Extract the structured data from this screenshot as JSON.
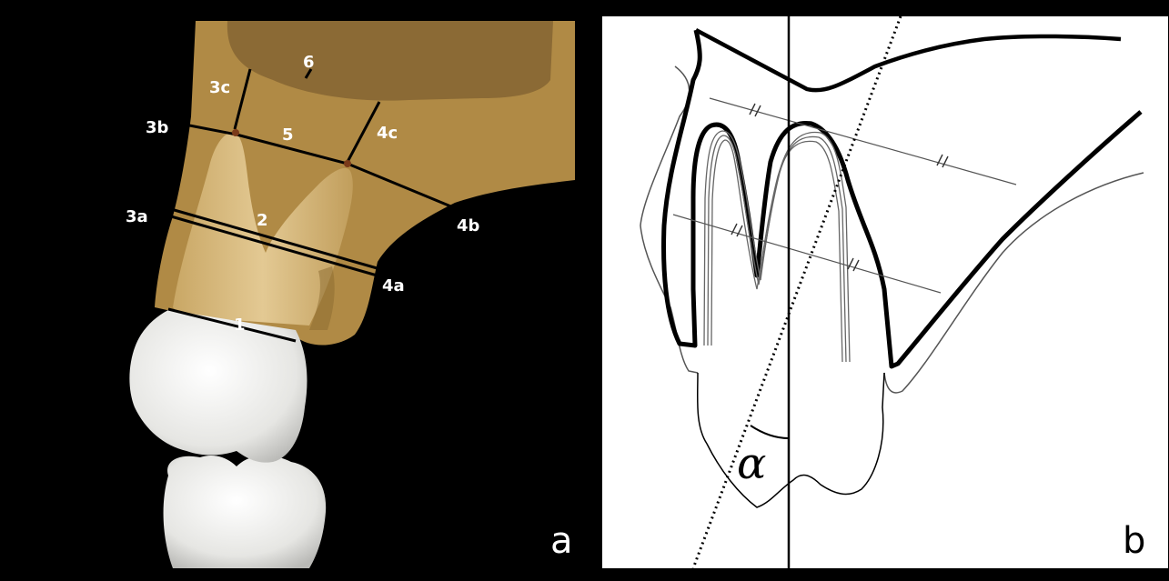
{
  "panel_a": {
    "labels": {
      "l1": "1",
      "l2": "2",
      "l3a": "3a",
      "l3b": "3b",
      "l3c": "3c",
      "l4a": "4a",
      "l4b": "4b",
      "l4c": "4c",
      "l5": "5",
      "l6": "6"
    },
    "tag": "a"
  },
  "panel_b": {
    "angle_label": "α",
    "tag": "b"
  },
  "colors": {
    "bone": "#b08a45",
    "sinus": "#8b6a35",
    "root": "#d9bd84",
    "crown": "#f2f2ef",
    "background_a": "#000000",
    "background_b": "#ffffff"
  }
}
